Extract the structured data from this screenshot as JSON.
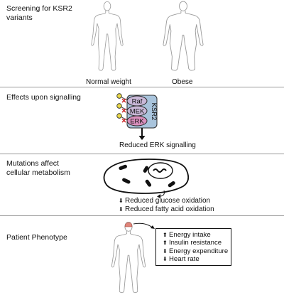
{
  "panels": {
    "screening": {
      "title": "Screening for KSR2 variants",
      "labels": [
        "Normal weight",
        "Obese"
      ]
    },
    "signalling": {
      "title": "Effects upon signalling",
      "kinases": [
        "Raf",
        "MEK",
        "ERK"
      ],
      "scaffold": "KSR2",
      "result": "Reduced ERK signalling"
    },
    "metabolism": {
      "title": "Mutations affect cellular metabolism",
      "effects": [
        {
          "arrow": "down",
          "text": "Reduced glucose oxidation"
        },
        {
          "arrow": "down",
          "text": "Reduced fatty acid oxidation"
        }
      ]
    },
    "phenotype": {
      "title": "Patient Phenotype",
      "effects": [
        {
          "arrow": "up",
          "text": "Energy intake"
        },
        {
          "arrow": "up",
          "text": "Insulin resistance"
        },
        {
          "arrow": "down",
          "text": "Energy expenditure"
        },
        {
          "arrow": "down",
          "text": "Heart rate"
        }
      ]
    }
  },
  "colors": {
    "kinase_fill": "#c9b8d8",
    "erk_fill": "#d98fbd",
    "ksr2_fill": "#a9c4dc",
    "phosphate": "#e9d84a",
    "inhibition": "#c81e1e",
    "brain": "#e0857a",
    "divider": "#9a9a9a"
  }
}
